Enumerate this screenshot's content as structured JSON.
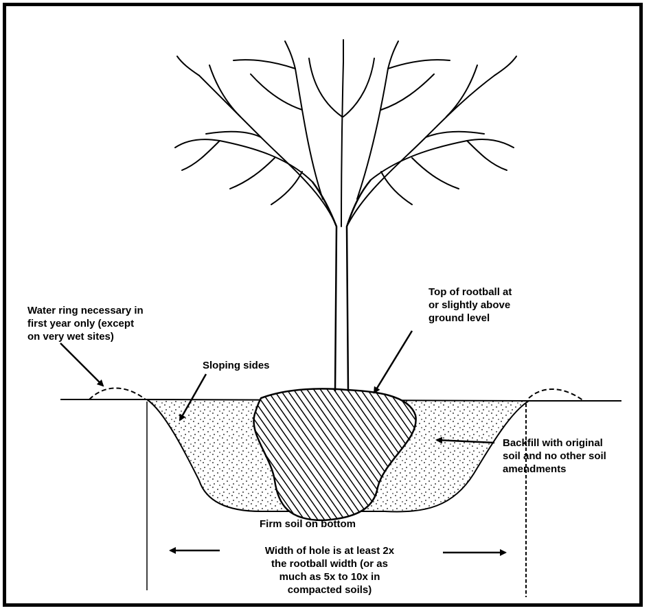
{
  "labels": {
    "water_ring": "Water ring necessary in\nfirst year only (except\non very wet sites)",
    "sloping_sides": "Sloping sides",
    "top_rootball": "Top of rootball at\nor slightly above\nground level",
    "backfill": "Backfill with original\nsoil and no other soil\namendments",
    "firm_soil": "Firm soil on bottom",
    "width_hole": "Width of hole is at least 2x\nthe rootball width (or as\nmuch as 5x to 10x in\ncompacted soils)"
  },
  "colors": {
    "ink": "#000000",
    "paper": "#ffffff"
  }
}
